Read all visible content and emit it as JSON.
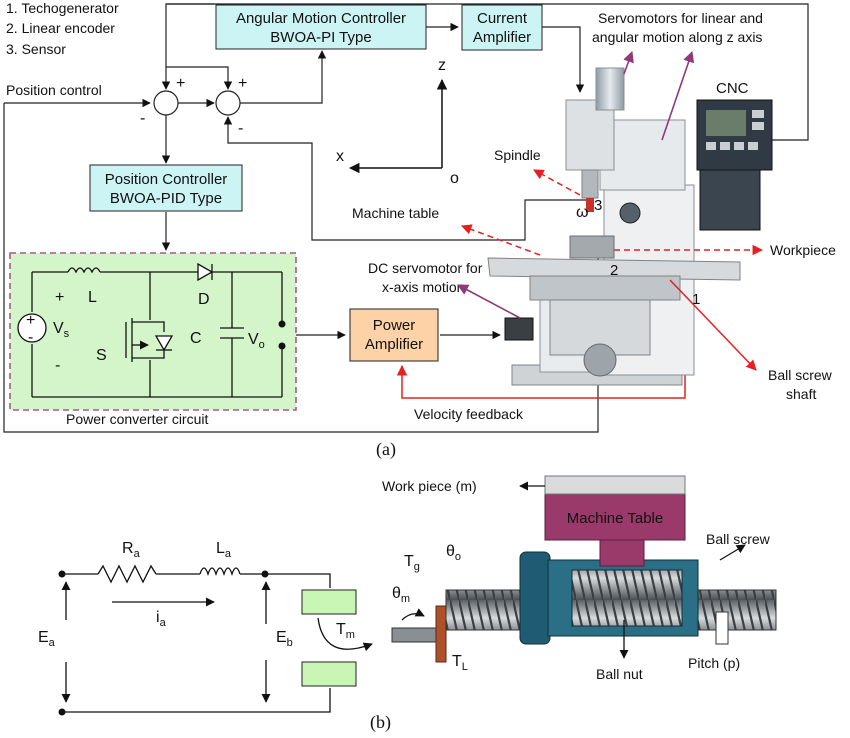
{
  "legend_list": [
    "1. Techogenerator",
    "2. Linear encoder",
    "3. Sensor"
  ],
  "blocks": {
    "angular_controller": [
      "Angular Motion Controller",
      "BWOA-PI Type"
    ],
    "current_amplifier": [
      "Current",
      "Amplifier"
    ],
    "position_controller": [
      "Position Controller",
      "BWOA-PID Type"
    ],
    "power_amplifier": [
      "Power",
      "Amplifier"
    ]
  },
  "labels": {
    "position_control": "Position control",
    "servomotors": [
      "Servomotors for linear and",
      "angular motion along z axis"
    ],
    "cnc": "CNC",
    "spindle": "Spindle",
    "machine_table": "Machine table",
    "workpiece": "Workpiece",
    "dc_servomotor": [
      "DC servomotor for",
      "x-axis motion"
    ],
    "ball_screw_shaft": [
      "Ball screw",
      "shaft"
    ],
    "velocity_feedback": "Velocity feedback",
    "power_converter": "Power converter circuit",
    "axis_z": "z",
    "axis_x": "x",
    "axis_o": "o",
    "omega": "ω",
    "marker_1": "1",
    "marker_2": "2",
    "marker_3": "3",
    "caption_a": "(a)",
    "caption_b": "(b)"
  },
  "signs": {
    "sum1_top": "+",
    "sum1_bottom": "-",
    "sum2_top": "+",
    "sum2_bottom": "-"
  },
  "circuit": {
    "L": "L",
    "D": "D",
    "C": "C",
    "S": "S",
    "plus": "+",
    "minus": "-",
    "Vs": "V",
    "Vs_sub": "s",
    "Vo": "V",
    "Vo_sub": "o"
  },
  "part_b": {
    "work_piece": "Work piece (m)",
    "machine_table": "Machine Table",
    "ball_screw": "Ball screw",
    "ball_nut": "Ball nut",
    "pitch": "Pitch (p)",
    "Ra": "R",
    "Ra_sub": "a",
    "La": "L",
    "La_sub": "a",
    "ia": "i",
    "ia_sub": "a",
    "Ea": "E",
    "Ea_sub": "a",
    "Eb": "E",
    "Eb_sub": "b",
    "Tm": "T",
    "Tm_sub": "m",
    "Tg": "T",
    "Tg_sub": "g",
    "TL": "T",
    "TL_sub": "L",
    "theta_o": "θ",
    "theta_o_sub": "o",
    "theta_m": "θ",
    "theta_m_sub": "m"
  },
  "colors": {
    "block_fill": "#ccf4f4",
    "converter_fill": "#d4f5c9",
    "converter_border": "#a65a85",
    "power_amp_fill": "#fcd2a6",
    "magenta_arrow": "#8c3a7a",
    "red_arrow": "#e52020",
    "machine_table_fill": "#9a3a6a",
    "motor_block_fill": "#c9f5b5",
    "tl_bar": "#b0502a"
  }
}
